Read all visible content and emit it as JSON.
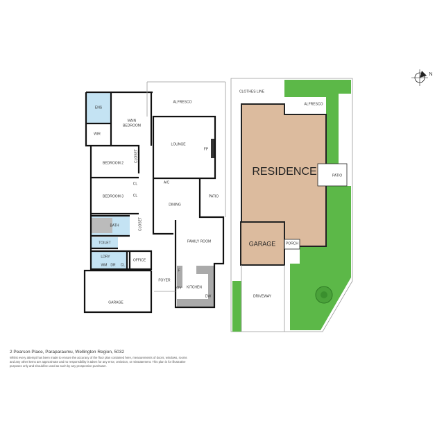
{
  "floor_plan": {
    "rooms": {
      "ens": "ENS",
      "main_bedroom_1": "MAIN",
      "main_bedroom_2": "BEDROOM",
      "wir": "WIR",
      "alfresco": "ALFRESCO",
      "lounge": "LOUNGE",
      "fp": "FP",
      "bedroom2": "BEDROOM 2",
      "closet1": "CLOSET",
      "bedroom3": "BEDROOM 3",
      "cl1": "CL",
      "cl2": "CL",
      "ac": "A/C",
      "dining": "DINING",
      "patio": "PATIO",
      "bath": "BATH",
      "closet2": "CLOSET",
      "toilet": "TOILET",
      "ldry": "LDRY",
      "wm": "WM",
      "dr": "DR",
      "cl3": "CL",
      "office": "OFFICE",
      "family_room": "FAMILY ROOM",
      "garage": "GARAGE",
      "foyer": "FOYER",
      "kitchen": "KITCHEN",
      "f": "F",
      "ov": "OV",
      "dw": "DW"
    }
  },
  "site_plan": {
    "clothes_line": "CLOTHES LINE",
    "alfresco": "ALFRESCO",
    "residence": "RESIDENCE",
    "patio": "PATIO",
    "garage": "GARAGE",
    "porch": "PORCH",
    "driveway": "DRIVEWAY",
    "colors": {
      "residence": "#dcbb9e",
      "lawn": "#5cb848",
      "wet_area": "#c4e3f3",
      "wall": "#111111"
    }
  },
  "compass": {
    "label": "N",
    "icon": "compass-north-icon"
  },
  "footer": {
    "address": "2 Pearson Place, Paraparaumu, Wellington Region, 5032",
    "disclaimer": "Whilst every attempt has been made to ensure the accuracy of the floor plan contained here, measurements of doors, windows, rooms and any other items are approximate and no responsibility is taken for any error, omission, or misstatement. This plan is for illustrative purposes only and should be used as such by any prospective purchaser."
  }
}
